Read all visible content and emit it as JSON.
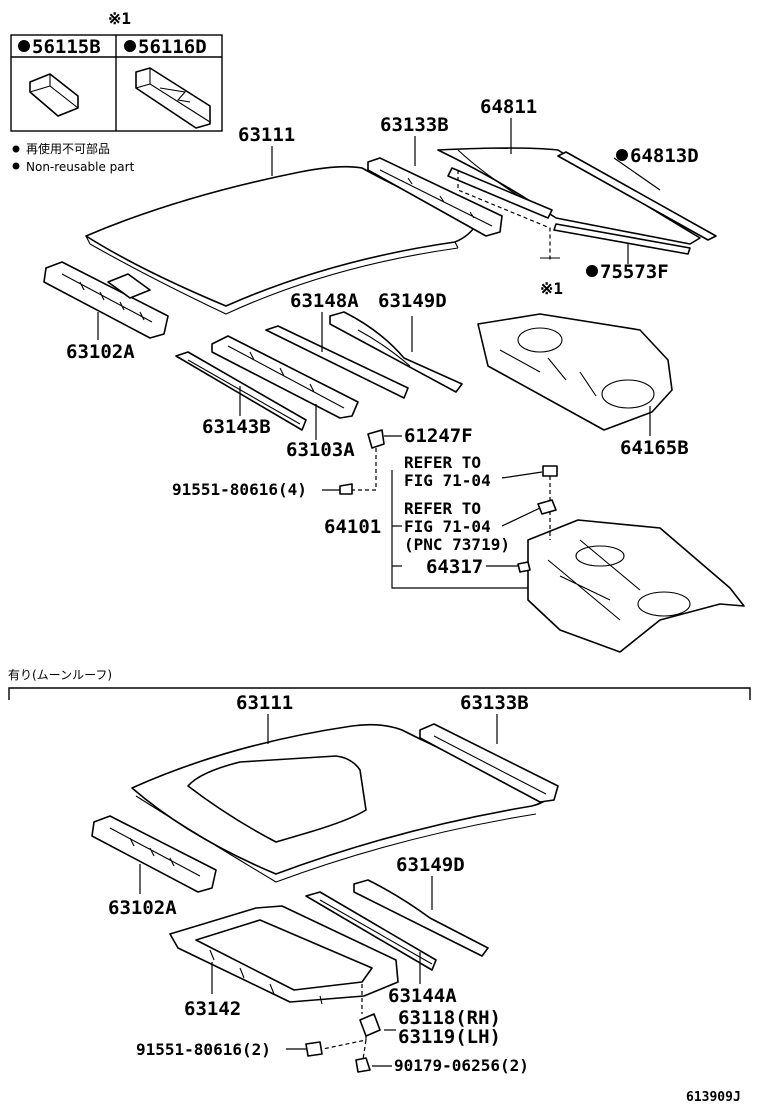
{
  "legend": {
    "note_mark": "※1",
    "part_a": "56115B",
    "part_b": "56116D",
    "non_reusable_jp": "再使用不可部品",
    "non_reusable_en": "Non-reusable part"
  },
  "top": {
    "roof_panel": "63111",
    "side_rail": "63133B",
    "back_glass": "64811",
    "glass_molding": "64813D",
    "glass_spacer": "75573F",
    "note_mark": "※1",
    "front_header": "63102A",
    "roof_bow_a": "63148A",
    "roof_bow_d": "63149D",
    "rear_shelf": "64165B",
    "roof_bow_b": "63143B",
    "center_bow": "63103A",
    "bracket": "61247F",
    "clip": "91551-80616(4)",
    "refer1_line1": "REFER TO",
    "refer1_line2": "FIG 71-04",
    "refer2_line1": "REFER TO",
    "refer2_line2": "FIG 71-04",
    "refer2_line3": "(PNC 73719)",
    "package_tray": "64101",
    "tray_part": "64317"
  },
  "moonroof": {
    "section_title": "有り(ムーンルーフ)",
    "roof_panel": "63111",
    "side_rail": "63133B",
    "front_header": "63102A",
    "roof_bow_d": "63149D",
    "housing": "63142",
    "bow": "63144A",
    "bracket_rh": "63118(RH)",
    "bracket_lh": "63119(LH)",
    "clip": "91551-80616(2)",
    "nut": "90179-06256(2)"
  },
  "figure_id": "613909J"
}
